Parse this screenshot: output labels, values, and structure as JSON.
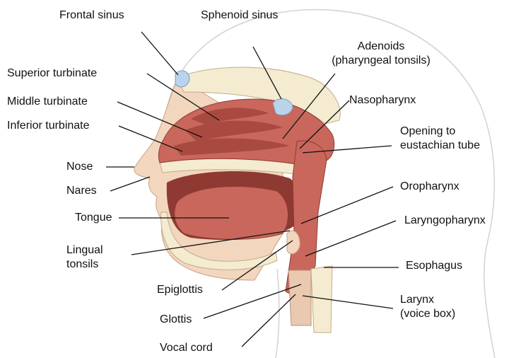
{
  "labels": {
    "frontal_sinus": "Frontal sinus",
    "sphenoid_sinus": "Sphenoid sinus",
    "adenoids": "Adenoids",
    "adenoids_sub": "(pharyngeal tonsils)",
    "superior_turbinate": "Superior turbinate",
    "middle_turbinate": "Middle turbinate",
    "inferior_turbinate": "Inferior turbinate",
    "nasopharynx": "Nasopharynx",
    "opening_line1": "Opening to",
    "opening_line2": "eustachian tube",
    "nose": "Nose",
    "nares": "Nares",
    "oropharynx": "Oropharynx",
    "tongue": "Tongue",
    "laryngopharynx": "Laryngopharynx",
    "lingual_line1": "Lingual",
    "lingual_line2": "tonsils",
    "esophagus": "Esophagus",
    "epiglottis": "Epiglottis",
    "larynx": "Larynx",
    "larynx_sub": "(voice box)",
    "glottis": "Glottis",
    "vocal_cord": "Vocal cord"
  },
  "colors": {
    "tissue": "#c9675c",
    "tissue_dark": "#8e3a32",
    "skin": "#f2d6bd",
    "bone": "#f4ebd0",
    "sinus": "#b9d3ea",
    "outline": "#c9c9c9",
    "leader": "#111111"
  }
}
